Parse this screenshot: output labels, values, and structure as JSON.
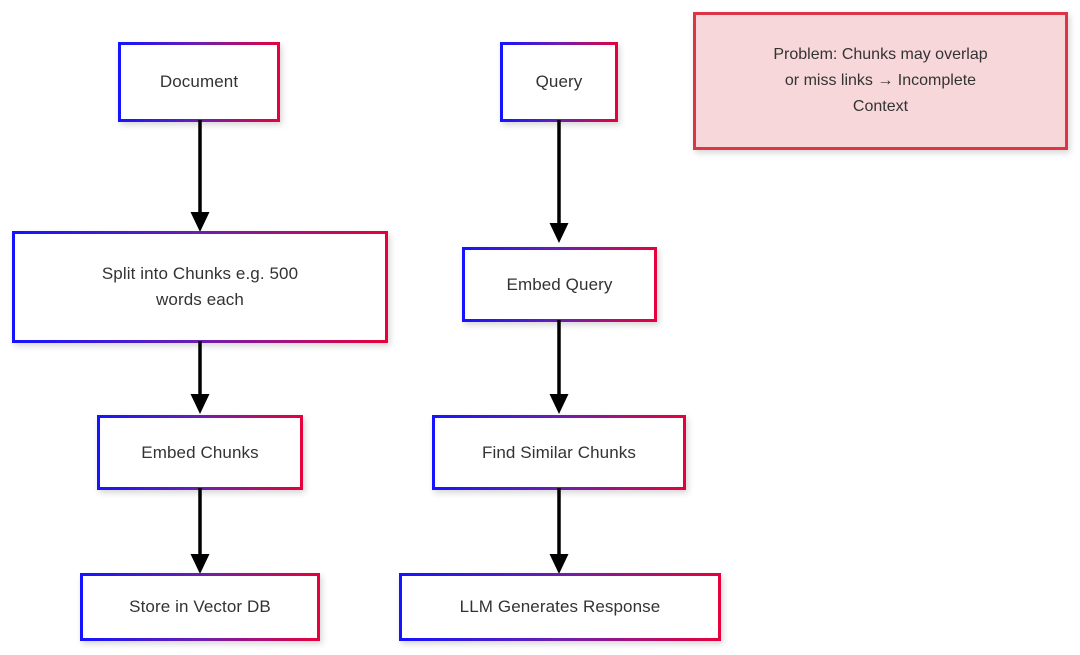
{
  "diagram": {
    "title_text_color": "#333333",
    "background": "#ffffff",
    "node_border_gradient": {
      "from": "#1414ff",
      "mid": "#6a1fb0",
      "to": "#e8003c"
    },
    "callout_colors": {
      "fill": "#f8d7da",
      "border": "#dc3545"
    },
    "arrow_color": "#000000",
    "columns": [
      {
        "name": "ingestion-pipeline",
        "nodes": [
          {
            "id": "document",
            "label": "Document"
          },
          {
            "id": "split-chunks",
            "label": "Split into Chunks e.g. 500\nwords each"
          },
          {
            "id": "embed-chunks",
            "label": "Embed Chunks"
          },
          {
            "id": "store-vector-db",
            "label": "Store in Vector DB"
          }
        ]
      },
      {
        "name": "query-pipeline",
        "nodes": [
          {
            "id": "query",
            "label": "Query"
          },
          {
            "id": "embed-query",
            "label": "Embed Query"
          },
          {
            "id": "find-similar-chunks",
            "label": "Find Similar Chunks"
          },
          {
            "id": "llm-generates",
            "label": "LLM Generates Response"
          }
        ]
      }
    ],
    "callout": {
      "id": "problem-note",
      "label": "Problem: Chunks may overlap\nor miss links → Incomplete\nContext"
    },
    "edges": [
      {
        "from": "document",
        "to": "split-chunks"
      },
      {
        "from": "split-chunks",
        "to": "embed-chunks"
      },
      {
        "from": "embed-chunks",
        "to": "store-vector-db"
      },
      {
        "from": "query",
        "to": "embed-query"
      },
      {
        "from": "embed-query",
        "to": "find-similar-chunks"
      },
      {
        "from": "find-similar-chunks",
        "to": "llm-generates"
      }
    ]
  }
}
